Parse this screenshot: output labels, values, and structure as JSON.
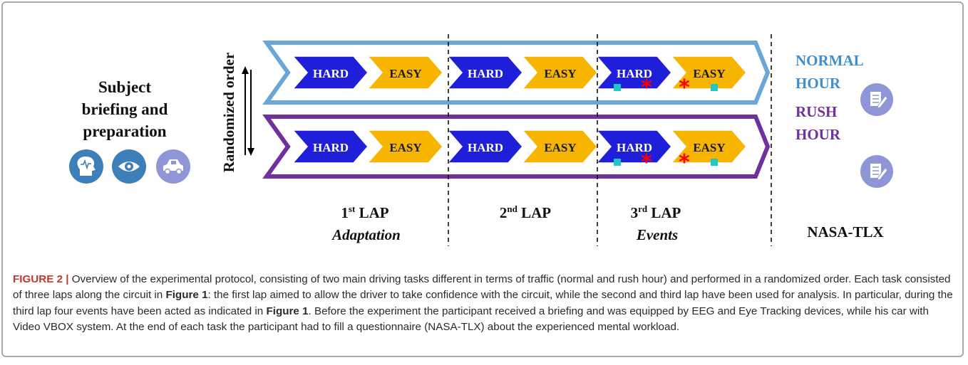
{
  "diagram": {
    "left_block": {
      "title_lines": [
        "Subject",
        "briefing and",
        "preparation"
      ],
      "icons": [
        "brain-icon",
        "eye-icon",
        "car-icon"
      ]
    },
    "order_label": "Randomized order",
    "rows": [
      {
        "stages": [
          {
            "label": "HARD",
            "color": "#1f1fd9"
          },
          {
            "label": "EASY",
            "color": "#f7b500"
          },
          {
            "label": "HARD",
            "color": "#1f1fd9"
          },
          {
            "label": "EASY",
            "color": "#f7b500"
          },
          {
            "label": "HARD",
            "color": "#1f1fd9"
          },
          {
            "label": "EASY",
            "color": "#f7b500"
          }
        ],
        "outline_color": "#6aa7d8",
        "condition_lines": [
          "NORMAL",
          "HOUR"
        ],
        "condition_color": "#3e8ed0"
      },
      {
        "stages": [
          {
            "label": "HARD",
            "color": "#1f1fd9"
          },
          {
            "label": "EASY",
            "color": "#f7b500"
          },
          {
            "label": "HARD",
            "color": "#1f1fd9"
          },
          {
            "label": "EASY",
            "color": "#f7b500"
          },
          {
            "label": "HARD",
            "color": "#1f1fd9"
          },
          {
            "label": "EASY",
            "color": "#f7b500"
          }
        ],
        "outline_color": "#7030a0",
        "condition_lines": [
          "RUSH",
          "HOUR"
        ],
        "condition_color": "#7030a0"
      }
    ],
    "event_markers": {
      "square_color": "#1fc7c7",
      "star_color": "#ff0000",
      "star_glyph": "*"
    },
    "questionnaire_icon": "form-icon",
    "laps": [
      {
        "num": "1",
        "sup": "st",
        "word": "LAP",
        "sub": "Adaptation"
      },
      {
        "num": "2",
        "sup": "nd",
        "word": "LAP",
        "sub": ""
      },
      {
        "num": "3",
        "sup": "rd",
        "word": "LAP",
        "sub": "Events"
      }
    ],
    "final_label": "NASA-TLX",
    "colors": {
      "icon_blue": "#3d7fb8",
      "icon_lavender": "#8f96d8",
      "text_dark": "#111111"
    }
  },
  "caption": {
    "label": "FIGURE 2 |",
    "segments": [
      {
        "text": " Overview of the experimental protocol, consisting of two main driving tasks different in terms of traffic (normal and rush hour) and performed in a randomized order. Each task consisted of three laps along the circuit in ",
        "bold": false
      },
      {
        "text": "Figure 1",
        "bold": true
      },
      {
        "text": ": the first lap aimed to allow the driver to take confidence with the circuit, while the second and third lap have been used for analysis. In particular, during the third lap four events have been acted as indicated in ",
        "bold": false
      },
      {
        "text": "Figure 1",
        "bold": true
      },
      {
        "text": ". Before the experiment the participant received a briefing and was equipped by EEG and Eye Tracking devices, while his car with Video VBOX system. At the end of each task the participant had to fill a questionnaire (NASA-TLX) about the experienced mental workload.",
        "bold": false
      }
    ]
  }
}
